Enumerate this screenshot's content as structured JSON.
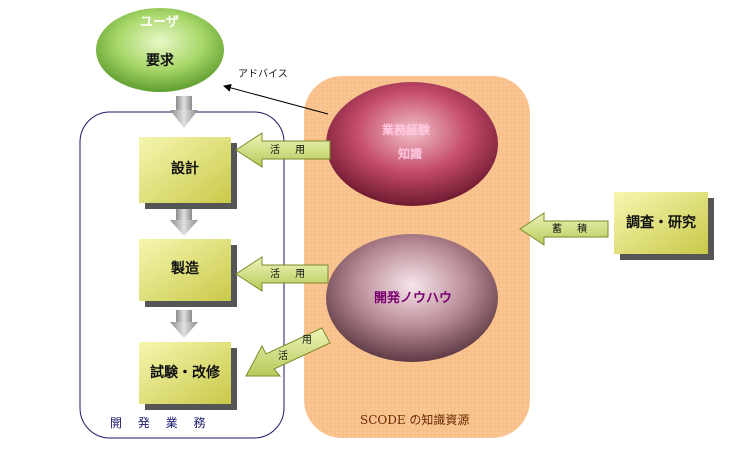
{
  "user": {
    "header": "ユーザ",
    "label": "要求"
  },
  "advice": "アドバイス",
  "process": {
    "design": "設計",
    "manufacture": "製造",
    "test": "試験・改修",
    "group_label": "開 発 業 務"
  },
  "knowledge": {
    "business_experience_line1": "業務経験",
    "business_experience_line2": "知識",
    "dev_knowhow": "開発ノウハウ",
    "resource_label": "SCODE の知識資源"
  },
  "research": "調査・研究",
  "arrows": {
    "use_design": "活 用",
    "use_manufacture": "活 用",
    "use_test_1": "活",
    "use_test_2": "用",
    "accumulate": "蓄 積"
  },
  "colors": {
    "resource_panel": "#f9c48f",
    "process_box": "#e3e36f",
    "user_oval": "#7fbf3f",
    "experience_oval": "#a02a4a",
    "knowhow_oval": "#8f5f6f",
    "arrow_fill": "#d8e68a"
  }
}
